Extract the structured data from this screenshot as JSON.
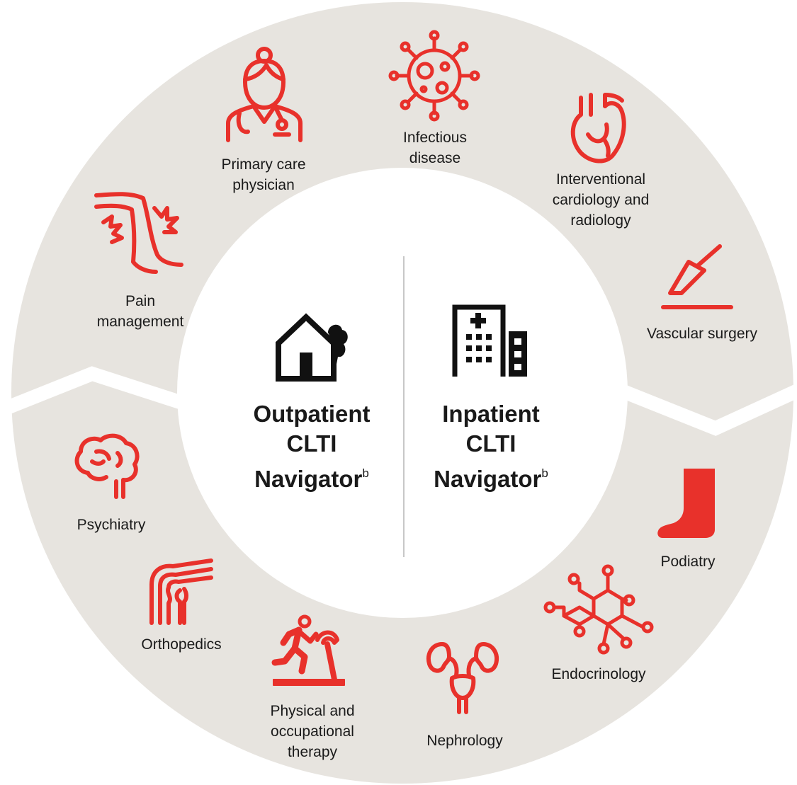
{
  "center": {
    "outpatient": {
      "line1": "Outpatient",
      "line2": "CLTI",
      "line3": "Navigator",
      "sup": "b"
    },
    "inpatient": {
      "line1": "Inpatient",
      "line2": "CLTI",
      "line3": "Navigator",
      "sup": "b"
    }
  },
  "specialties": {
    "primary_care": [
      "Primary care",
      "physician"
    ],
    "infectious": [
      "Infectious",
      "disease"
    ],
    "cardiology": [
      "Interventional",
      "cardiology and",
      "radiology"
    ],
    "vascular": [
      "Vascular surgery"
    ],
    "pain": [
      "Pain",
      "management"
    ],
    "psychiatry": [
      "Psychiatry"
    ],
    "orthopedics": [
      "Orthopedics"
    ],
    "physical": [
      "Physical and",
      "occupational",
      "therapy"
    ],
    "nephrology": [
      "Nephrology"
    ],
    "endocrinology": [
      "Endocrinology"
    ],
    "podiatry": [
      "Podiatry"
    ]
  },
  "colors": {
    "ring": "#e7e4df",
    "accent": "#e8312b",
    "text": "#1a1a1a",
    "divider": "#c8c8c8"
  }
}
